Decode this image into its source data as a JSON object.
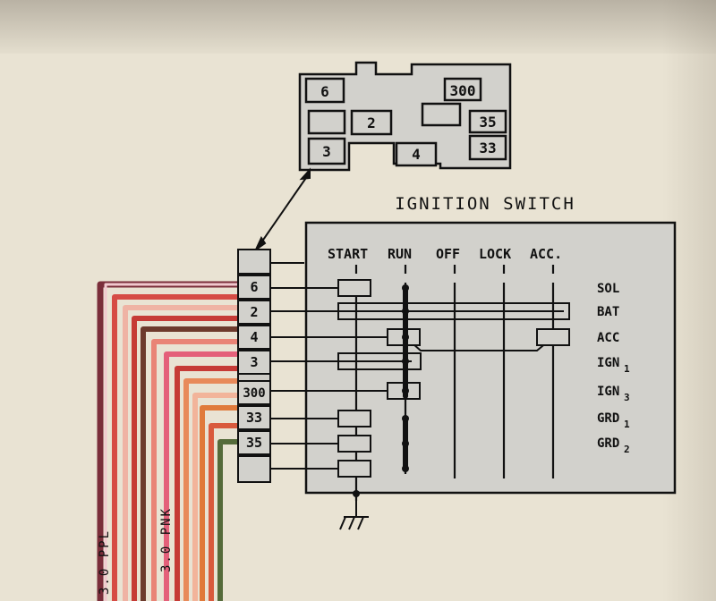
{
  "title": "IGNITION SWITCH",
  "positions": [
    "START",
    "RUN",
    "OFF",
    "LOCK",
    "ACC."
  ],
  "connector_top": {
    "cavities": [
      "6",
      "300",
      "2",
      "35",
      "3",
      "4",
      "33"
    ]
  },
  "connector_side": {
    "cavities": [
      "",
      "6",
      "2",
      "4",
      "3",
      "300",
      "33",
      "35",
      ""
    ]
  },
  "circuits": [
    {
      "label_main": "SOL",
      "label_sub": ""
    },
    {
      "label_main": "BAT",
      "label_sub": ""
    },
    {
      "label_main": "ACC",
      "label_sub": ""
    },
    {
      "label_main": "IGN",
      "label_sub": "1"
    },
    {
      "label_main": "IGN",
      "label_sub": "3"
    },
    {
      "label_main": "GRD",
      "label_sub": "1"
    },
    {
      "label_main": "GRD",
      "label_sub": "2"
    }
  ],
  "wires": [
    {
      "label": "3.0 PPL",
      "color": "#7a2e3a"
    },
    {
      "label": "3.0 PNK",
      "color": "#e07a6e"
    }
  ],
  "colors": {
    "paper": "#e9e3d3",
    "panel": "#d2d1cc",
    "ink": "#111111",
    "wire_maroon": "#7a2e3a",
    "wire_red": "#c63b36",
    "wire_pink": "#e4607a",
    "wire_orange": "#e07a3a",
    "wire_green": "#556b3a"
  }
}
